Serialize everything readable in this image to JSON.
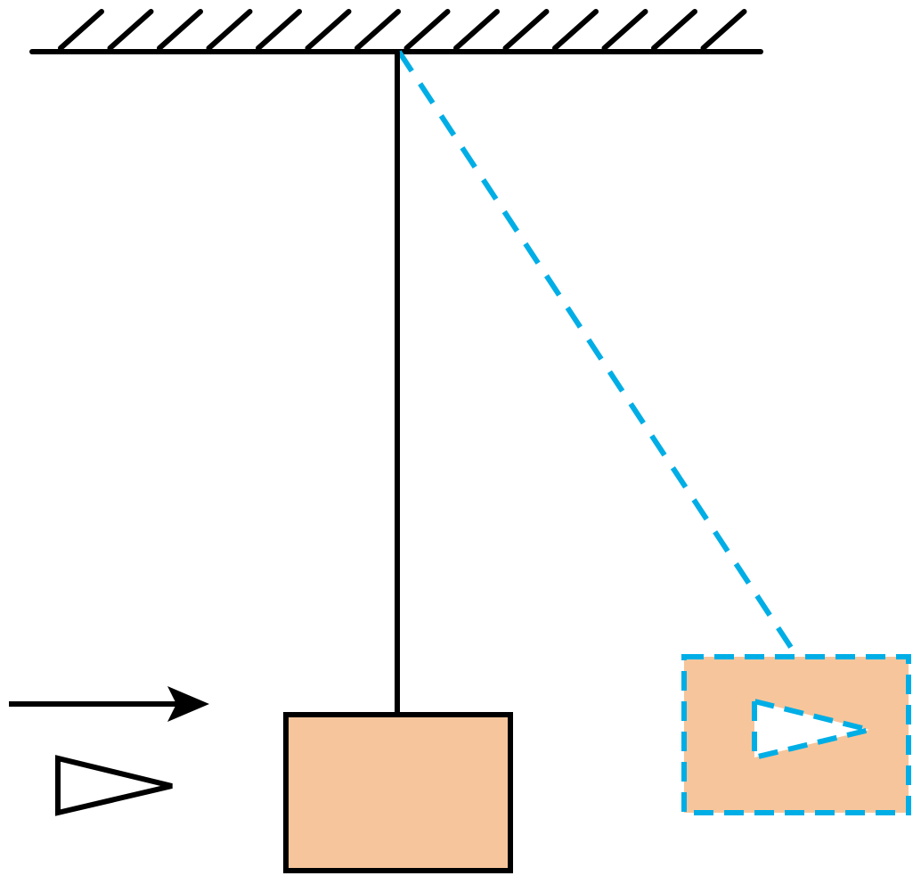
{
  "colors": {
    "ink": "#000000",
    "block_fill": "#f7c59b",
    "swing_path": "#00aee6",
    "background": "#ffffff"
  },
  "elements": {
    "ceiling": "hatched-ceiling",
    "string": "vertical-string",
    "hanging_block": "block",
    "velocity_arrow": "arrow-right",
    "bullet": "triangular-bullet",
    "swung_string": "dashed-string",
    "swung_block": "dashed-block-with-embedded-bullet"
  }
}
